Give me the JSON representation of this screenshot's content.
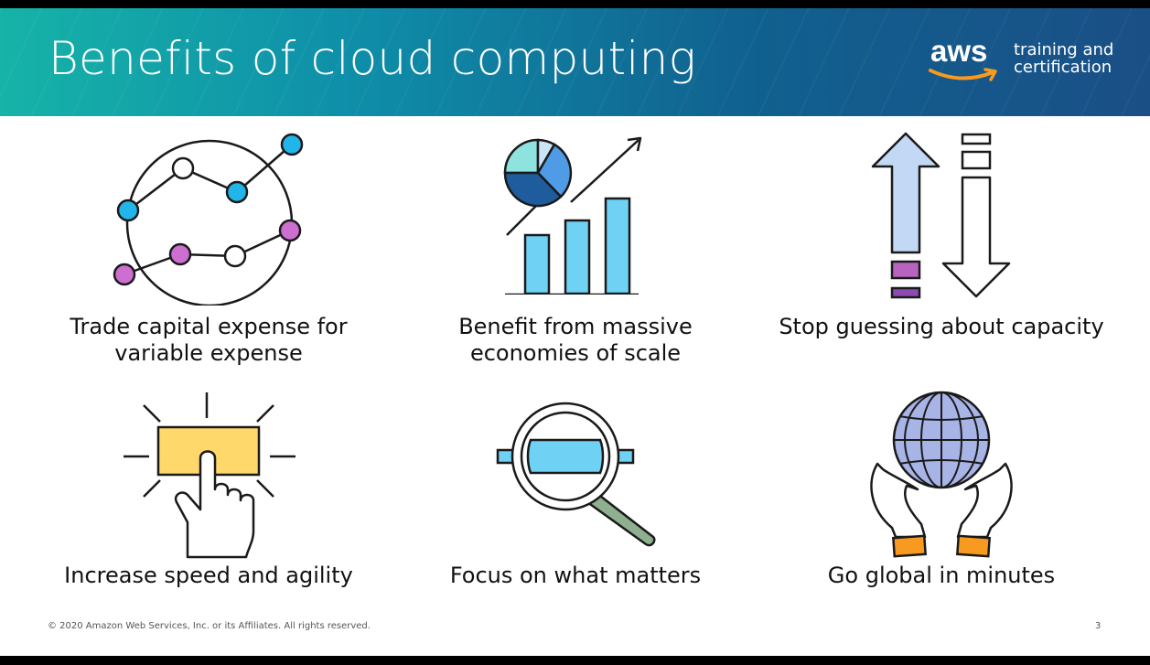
{
  "slide": {
    "title": "Benefits of cloud computing",
    "logo": {
      "word": "aws",
      "tagline_line1": "training and",
      "tagline_line2": "certification"
    },
    "benefits": [
      {
        "caption_line1": "Trade capital expense for",
        "caption_line2": "variable expense",
        "icon": "chart-circle-icon"
      },
      {
        "caption_line1": "Benefit from massive",
        "caption_line2": "economies of scale",
        "icon": "growth-chart-icon"
      },
      {
        "caption_line1": "Stop guessing about capacity",
        "caption_line2": "",
        "icon": "capacity-arrows-icon"
      },
      {
        "caption_line1": "Increase speed and agility",
        "caption_line2": "",
        "icon": "press-button-icon"
      },
      {
        "caption_line1": "Focus on what matters",
        "caption_line2": "",
        "icon": "magnifier-icon"
      },
      {
        "caption_line1": "Go global in minutes",
        "caption_line2": "",
        "icon": "globe-hands-icon"
      }
    ],
    "footer": "© 2020 Amazon Web Services, Inc. or its Affiliates. All rights reserved.",
    "page_number": "3"
  },
  "colors": {
    "header_start": "#16b3a8",
    "header_end": "#1a4f86",
    "cyan": "#22b5ea",
    "magenta": "#cc6fd0",
    "light_blue": "#6fd1f4",
    "pale_blue": "#c2d8f5",
    "purple": "#b764c0",
    "yellow": "#ffd86b",
    "orange": "#f79a1f",
    "globe": "#a8b4e6"
  }
}
